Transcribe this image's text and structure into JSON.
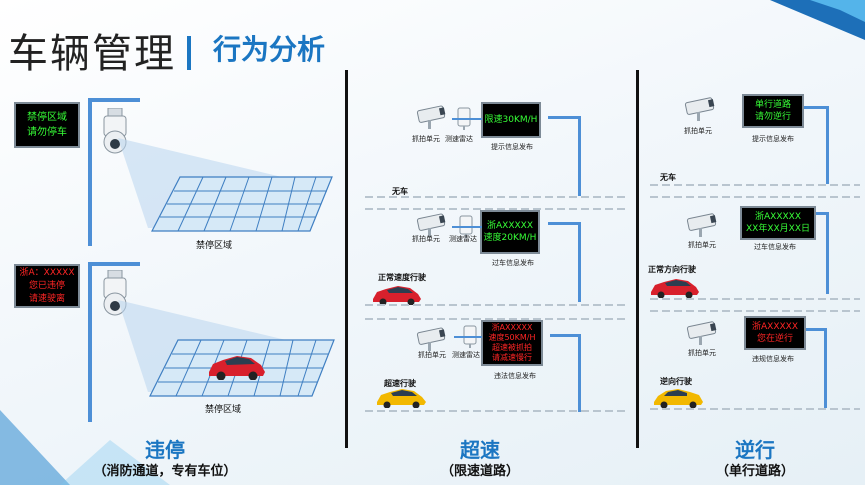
{
  "header": {
    "title": "车辆管理",
    "subtitle": "行为分析"
  },
  "no_parking": {
    "sign_top": [
      "禁停区域",
      "请勿停车"
    ],
    "sign_bottom": [
      "浙A：XXXXX",
      "您已违停",
      "请速驶离"
    ],
    "zone_label_top": "禁停区域",
    "zone_label_bottom": "禁停区域",
    "title": "违停",
    "subtitle": "（消防通道，专有车位）"
  },
  "speeding": {
    "capture_label": "抓拍单元",
    "radar_label": "测速雷达",
    "panel1": {
      "lines": [
        "限速30KM/H"
      ],
      "caption": "提示信息发布"
    },
    "lane1": "无车",
    "panel2": {
      "lines": [
        "浙AXXXXX",
        "速度20KM/H"
      ],
      "caption": "过车信息发布"
    },
    "lane2": "正常速度行驶",
    "panel3": {
      "lines": [
        "浙AXXXXX",
        "速度50KM/H",
        "超速被抓拍",
        "请减速慢行"
      ],
      "caption": "违法信息发布"
    },
    "lane3": "超速行驶",
    "title": "超速",
    "subtitle": "（限速道路）"
  },
  "wrong_way": {
    "capture_label": "抓拍单元",
    "panel1": {
      "lines": [
        "单行道路",
        "请勿逆行"
      ],
      "caption": "提示信息发布"
    },
    "lane1": "无车",
    "panel2": {
      "lines": [
        "浙AXXXXX",
        "XX年XX月XX日"
      ],
      "caption": "过车信息发布"
    },
    "lane2": "正常方向行驶",
    "panel3": {
      "lines": [
        "浙AXXXXX",
        "您在逆行"
      ],
      "caption": "违规信息发布"
    },
    "lane3": "逆向行驶",
    "title": "逆行",
    "subtitle": "（单行道路）"
  },
  "colors": {
    "accent": "#1b76c2",
    "lcd_green": "#37ff37",
    "lcd_red": "#ff2525",
    "pole": "#4d8fd6"
  }
}
